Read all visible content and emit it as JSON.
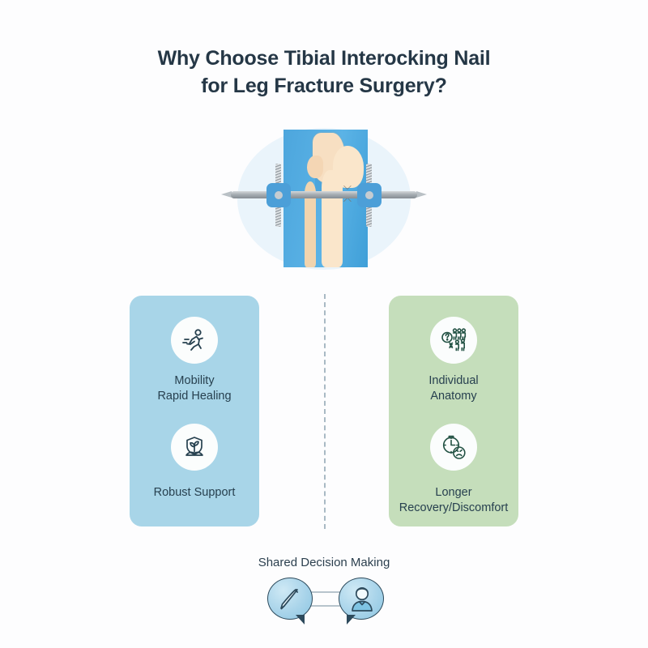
{
  "page": {
    "background_color": "#fdfdfe",
    "title_color": "#253746"
  },
  "header": {
    "title_line1": "Why Choose Tibial Interocking Nail",
    "title_line2": "for Leg Fracture Surgery?"
  },
  "illustration": {
    "name": "tibial-interlocking-nail-diagram",
    "circle_color": "#eaf4fb",
    "leg_color": "#4da6dd",
    "bone_color": "#fae6cb",
    "implant_color": "#4c9fd8",
    "rod_color": "#a7aeb3"
  },
  "cards": [
    {
      "key": "pros",
      "name": "benefits-card",
      "background_color": "#a8d5e8",
      "items": [
        {
          "icon": "running-person-icon",
          "label_line1": "Mobility",
          "label_line2": "Rapid Healing"
        },
        {
          "icon": "shield-plant-icon",
          "label_line1": "Robust Support",
          "label_line2": ""
        }
      ]
    },
    {
      "key": "cons",
      "name": "considerations-card",
      "background_color": "#c5debb",
      "items": [
        {
          "icon": "question-people-dna-icon",
          "label_line1": "Individual",
          "label_line2": "Anatomy"
        },
        {
          "icon": "stopwatch-sad-face-icon",
          "label_line1": "Longer",
          "label_line2": "Recovery/Discomfort"
        }
      ]
    }
  ],
  "divider": {
    "style": "dashed",
    "color": "#a9b9c4"
  },
  "footer": {
    "title": "Shared Decision Making",
    "bubble_left_icon": "scalpel-icon",
    "bubble_right_icon": "patient-person-icon",
    "bubble_color": "#a9d4ea",
    "bubble_outline_color": "#2d4a5c"
  }
}
